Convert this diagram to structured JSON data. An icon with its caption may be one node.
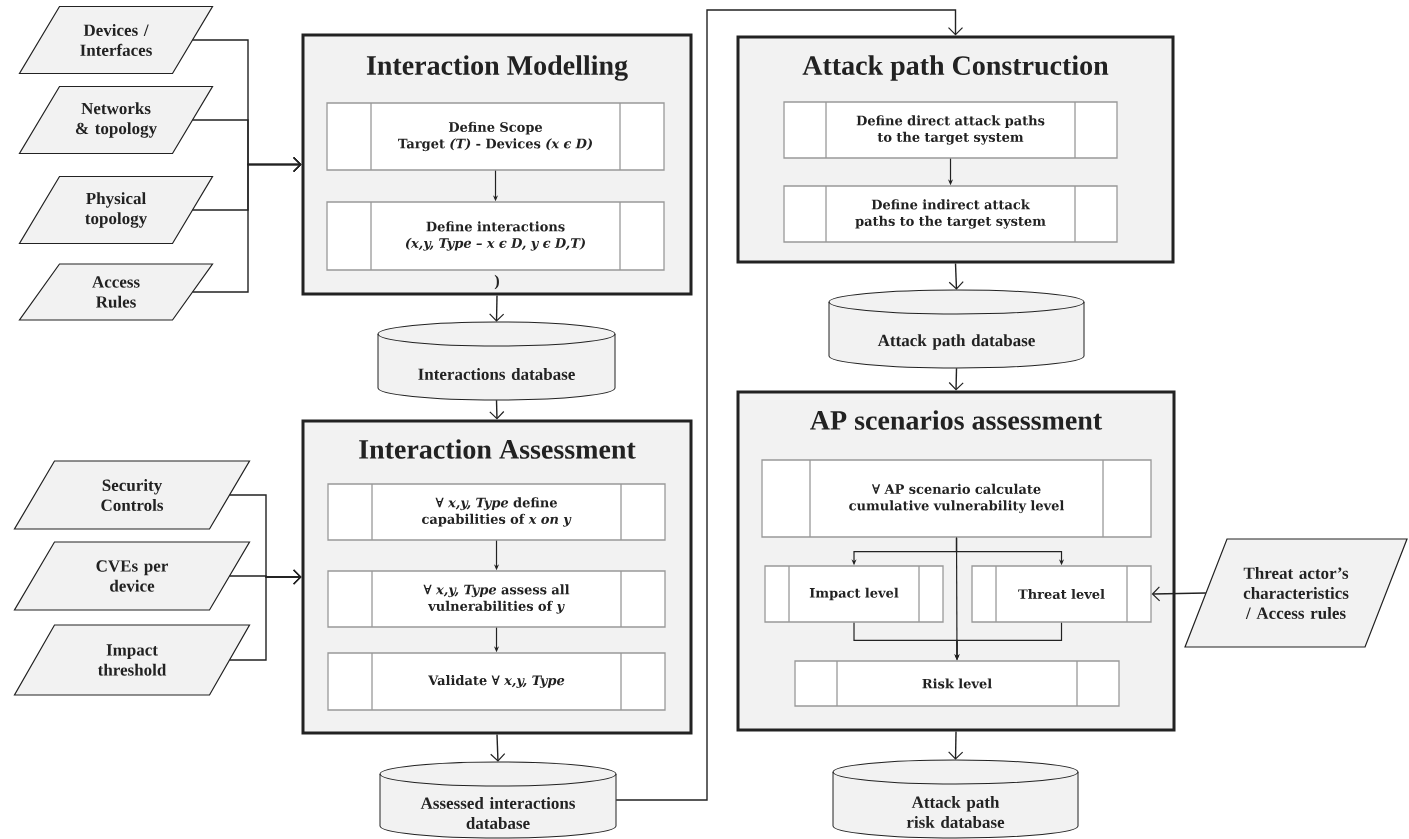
{
  "diagram": {
    "nodes": [
      {
        "text": [
          "Devices / Interfaces"
        ]
      },
      {
        "text": [
          "Networks & topology"
        ]
      },
      {
        "text": [
          "Physical topology"
        ]
      },
      {
        "text": [
          "Access Rules"
        ]
      },
      {
        "text": [
          "Interaction Modelling"
        ]
      },
      {
        "text": [
          "Define Scope",
          "Target *(T)* - Devices *(x ϵ D)*"
        ],
        "in": 4
      },
      {
        "text": [
          "Define interactions",
          "*(x,y, Type – x ϵ D, y ϵ D,T)*"
        ],
        "in": 4
      },
      {
        "text": [
          "Interactions database"
        ]
      },
      {
        "text": [
          "Interaction Assessment"
        ]
      },
      {
        "text": [
          "∀ *x,y, Type* define capabilities of *x on y*"
        ],
        "in": 8
      },
      {
        "text": [
          "∀ *x,y, Type* assess all vulnerabilities of *y*"
        ],
        "in": 8
      },
      {
        "text": [
          "Validate ∀ *x,y, Type*"
        ],
        "in": 8
      },
      {
        "text": [
          "Security Controls"
        ]
      },
      {
        "text": [
          "CVEs per device"
        ]
      },
      {
        "text": [
          "Impact threshold"
        ]
      },
      {
        "text": [
          "Assessed interactions database"
        ]
      },
      {
        "text": [
          "Attack path Construction"
        ]
      },
      {
        "text": [
          "Define direct attack paths to the target system"
        ],
        "in": 16
      },
      {
        "text": [
          "Define indirect attack paths to the target system"
        ],
        "in": 16
      },
      {
        "text": [
          "Attack path database"
        ]
      },
      {
        "text": [
          "AP scenarios assessment"
        ]
      },
      {
        "text": [
          "∀ AP scenario calculate cumulative vulnerability level"
        ],
        "in": 20
      },
      {
        "text": [
          "Impact level"
        ],
        "in": 20
      },
      {
        "text": [
          "Threat level"
        ],
        "in": 20
      },
      {
        "text": [
          "Risk level"
        ],
        "in": 20
      },
      {
        "text": [
          "Threat actor’s characteristics / Access rules"
        ]
      },
      {
        "text": [
          "Attack path risk database"
        ]
      }
    ],
    "edges": [
      {
        "from": 0,
        "to": 4,
        "arrow": "to"
      },
      {
        "from": 1,
        "to": 4,
        "arrow": "to"
      },
      {
        "from": 2,
        "to": 4,
        "arrow": "to"
      },
      {
        "from": 3,
        "to": 4,
        "arrow": "to"
      },
      {
        "from": 5,
        "to": 6,
        "arrow": "to"
      },
      {
        "from": 4,
        "to": 7,
        "arrow": "to"
      },
      {
        "from": 7,
        "to": 8,
        "arrow": "to"
      },
      {
        "from": 9,
        "to": 10,
        "arrow": "to"
      },
      {
        "from": 10,
        "to": 11,
        "arrow": "to"
      },
      {
        "from": 12,
        "to": 8,
        "arrow": "to"
      },
      {
        "from": 13,
        "to": 8,
        "arrow": "to"
      },
      {
        "from": 14,
        "to": 8,
        "arrow": "to"
      },
      {
        "from": 8,
        "to": 15,
        "arrow": "to"
      },
      {
        "from": 15,
        "to": 16,
        "arrow": "to"
      },
      {
        "from": 16,
        "to": 19,
        "arrow": "to"
      },
      {
        "from": 19,
        "to": 20,
        "arrow": "to"
      },
      {
        "from": 17,
        "to": 18,
        "arrow": "to"
      },
      {
        "from": 21,
        "to": 22,
        "arrow": "to"
      },
      {
        "from": 21,
        "to": 23,
        "arrow": "to"
      },
      {
        "from": 21,
        "to": 24,
        "arrow": "to"
      },
      {
        "from": 22,
        "to": 24,
        "arrow": "to"
      },
      {
        "from": 23,
        "to": 24,
        "arrow": "to"
      },
      {
        "from": 25,
        "to": 23,
        "arrow": "to"
      },
      {
        "from": 20,
        "to": 26,
        "arrow": "to"
      }
    ],
    "labels": [
      ")"
    ]
  }
}
